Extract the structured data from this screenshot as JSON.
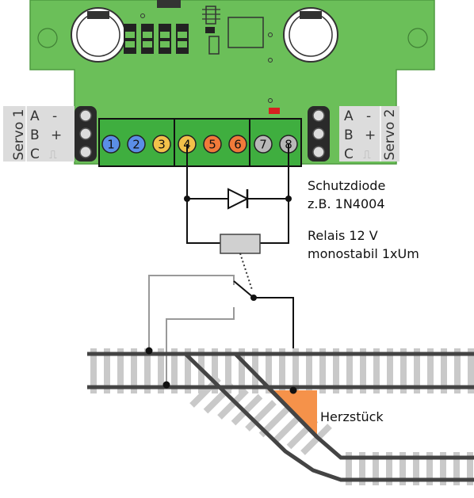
{
  "servo_left": {
    "label": "Servo 1",
    "rows": [
      {
        "letter": "A",
        "sign": "-"
      },
      {
        "letter": "B",
        "sign": "+"
      },
      {
        "letter": "C",
        "sign": "⎍"
      }
    ]
  },
  "servo_right": {
    "label": "Servo 2",
    "rows": [
      {
        "letter": "A",
        "sign": "-"
      },
      {
        "letter": "B",
        "sign": "+"
      },
      {
        "letter": "C",
        "sign": "⎍"
      }
    ]
  },
  "terminals": [
    {
      "num": "1",
      "color": "#5b8ee6"
    },
    {
      "num": "2",
      "color": "#5b8ee6"
    },
    {
      "num": "3",
      "color": "#f2c14a"
    },
    {
      "num": "4",
      "color": "#f2c14a"
    },
    {
      "num": "5",
      "color": "#f07a3a"
    },
    {
      "num": "6",
      "color": "#f07a3a"
    },
    {
      "num": "7",
      "color": "#b8b8b8"
    },
    {
      "num": "8",
      "color": "#b8b8b8"
    }
  ],
  "diode": {
    "line1": "Schutzdiode",
    "line2": "z.B. 1N4004"
  },
  "relay": {
    "line1": "Relais 12 V",
    "line2": "monostabil 1xUm"
  },
  "frog": {
    "label": "Herzstück"
  },
  "colors": {
    "pcb": "#6bbf59",
    "terminal_block": "#3fae3f",
    "frog": "#f5924a",
    "relay": "#d0d0d0"
  }
}
